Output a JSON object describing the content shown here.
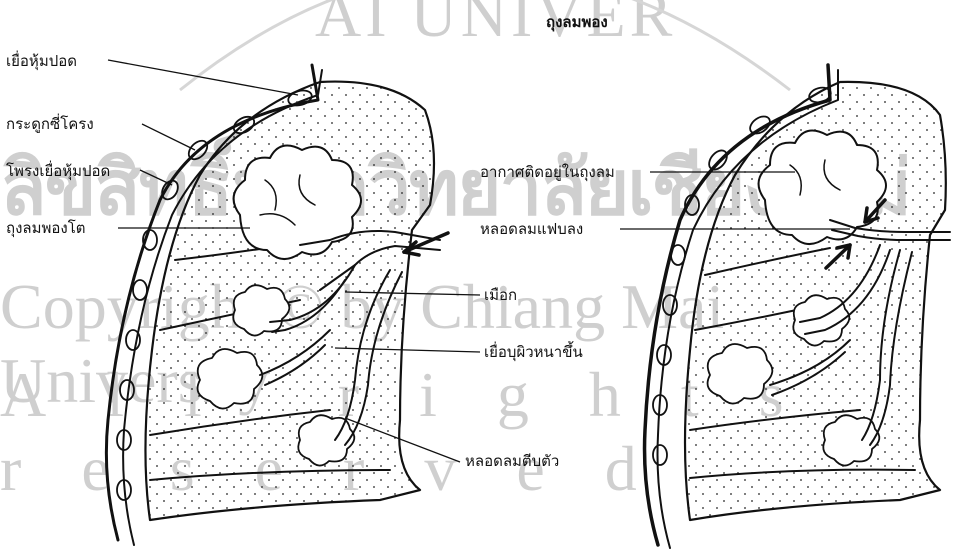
{
  "diagram": {
    "title": "ถุงลมพอง",
    "left_labels": {
      "pleura": "เยื่อหุ้มปอด",
      "rib": "กระดูกซี่โครง",
      "pleural_cavity": "โพรงเยื่อหุ้มปอด",
      "enlarged_alveoli": "ถุงลมพองโต"
    },
    "center_labels": {
      "mucus": "เมือก",
      "thickened_lining": "เยื่อบุผิวหนาขึ้น",
      "narrowed_bronchiole": "หลอดลมตีบตัว"
    },
    "right_labels": {
      "trapped_air": "อากาศติดอยู่ในถุงลม",
      "collapsed_bronchiole": "หลอดลมแฟบลง"
    }
  },
  "watermark": {
    "line1": "AI UNIVER",
    "line2": "ลิขสิทธิ์มหาวิทยาลัยเชียงใหม่",
    "line3": "Copyright © by Chiang Mai University",
    "line4": "All rights reserved"
  },
  "colors": {
    "ink": "#111111",
    "watermark": "#cfcfcf",
    "background": "#ffffff"
  }
}
